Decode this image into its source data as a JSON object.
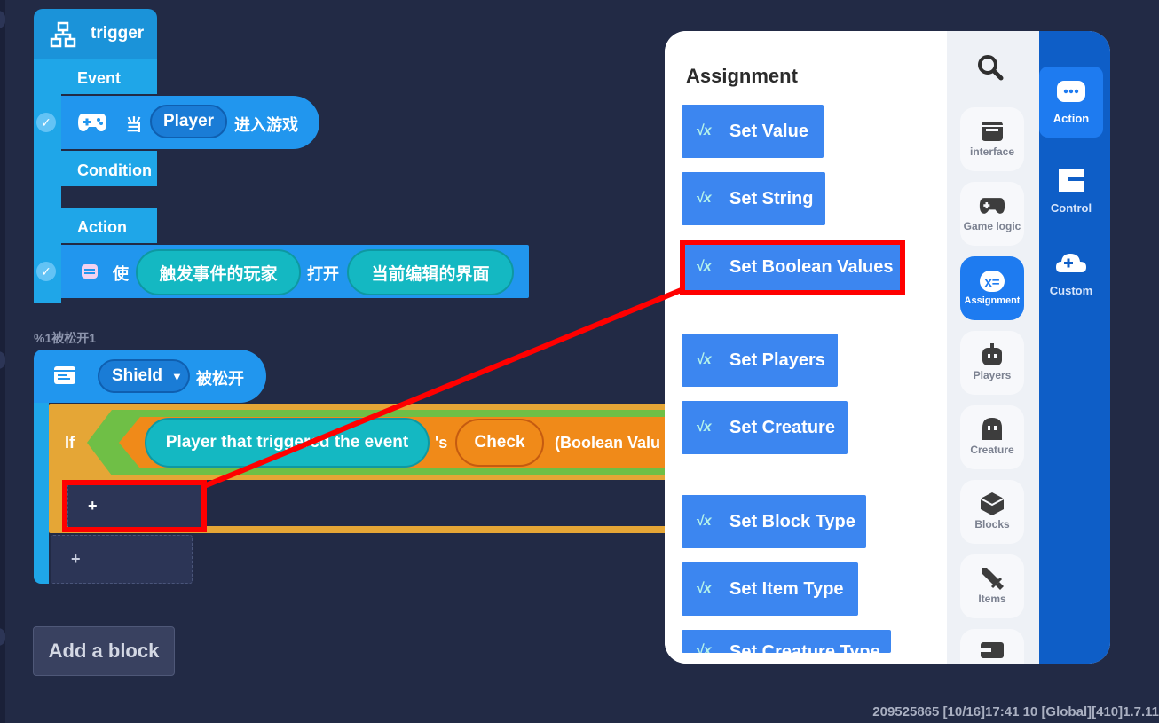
{
  "trigger": {
    "title": "trigger",
    "event_label": "Event",
    "event_row": {
      "prefix": "当",
      "player_pill": "Player",
      "suffix": "进入游戏"
    },
    "condition_label": "Condition",
    "action_label": "Action",
    "action_row": {
      "prefix": "使",
      "pill1": "触发事件的玩家",
      "middle": "打开",
      "pill2": "当前编辑的界面"
    }
  },
  "shield_block": {
    "caption": "%1被松开1",
    "dropdown_value": "Shield",
    "suffix": "被松开",
    "if_label": "If",
    "condition": {
      "player_pill": "Player that triggered the event",
      "possessive": "'s",
      "check_pill": "Check",
      "trailing": "(Boolean Valu"
    },
    "inner_add": "+",
    "outer_add": "+"
  },
  "add_block_label": "Add a block",
  "panel": {
    "section_title": "Assignment",
    "blocks": [
      {
        "label": "Set Value"
      },
      {
        "label": "Set String"
      },
      {
        "label": "Set Boolean Values"
      },
      {
        "label": "Set Players"
      },
      {
        "label": "Set Creature"
      },
      {
        "label": "Set Block Type"
      },
      {
        "label": "Set Item Type"
      },
      {
        "label": "Set Creature Type"
      }
    ],
    "categories": [
      {
        "label": "interface",
        "icon": "interface-icon"
      },
      {
        "label": "Game logic",
        "icon": "gamepad-icon"
      },
      {
        "label": "Assignment",
        "icon": "assignment-icon"
      },
      {
        "label": "Players",
        "icon": "player-icon"
      },
      {
        "label": "Creature",
        "icon": "creature-icon"
      },
      {
        "label": "Blocks",
        "icon": "cube-icon"
      },
      {
        "label": "Items",
        "icon": "sword-icon"
      }
    ],
    "tabs": [
      {
        "label": "Action",
        "icon": "action-icon"
      },
      {
        "label": "Control",
        "icon": "control-icon"
      },
      {
        "label": "Custom",
        "icon": "custom-icon"
      }
    ]
  },
  "footer": "209525865   [10/16]17:41 10  [Global][410]1.7.11",
  "colors": {
    "highlight": "#ff0000",
    "block_blue": "#3c86f0",
    "teal": "#14b8c2"
  }
}
